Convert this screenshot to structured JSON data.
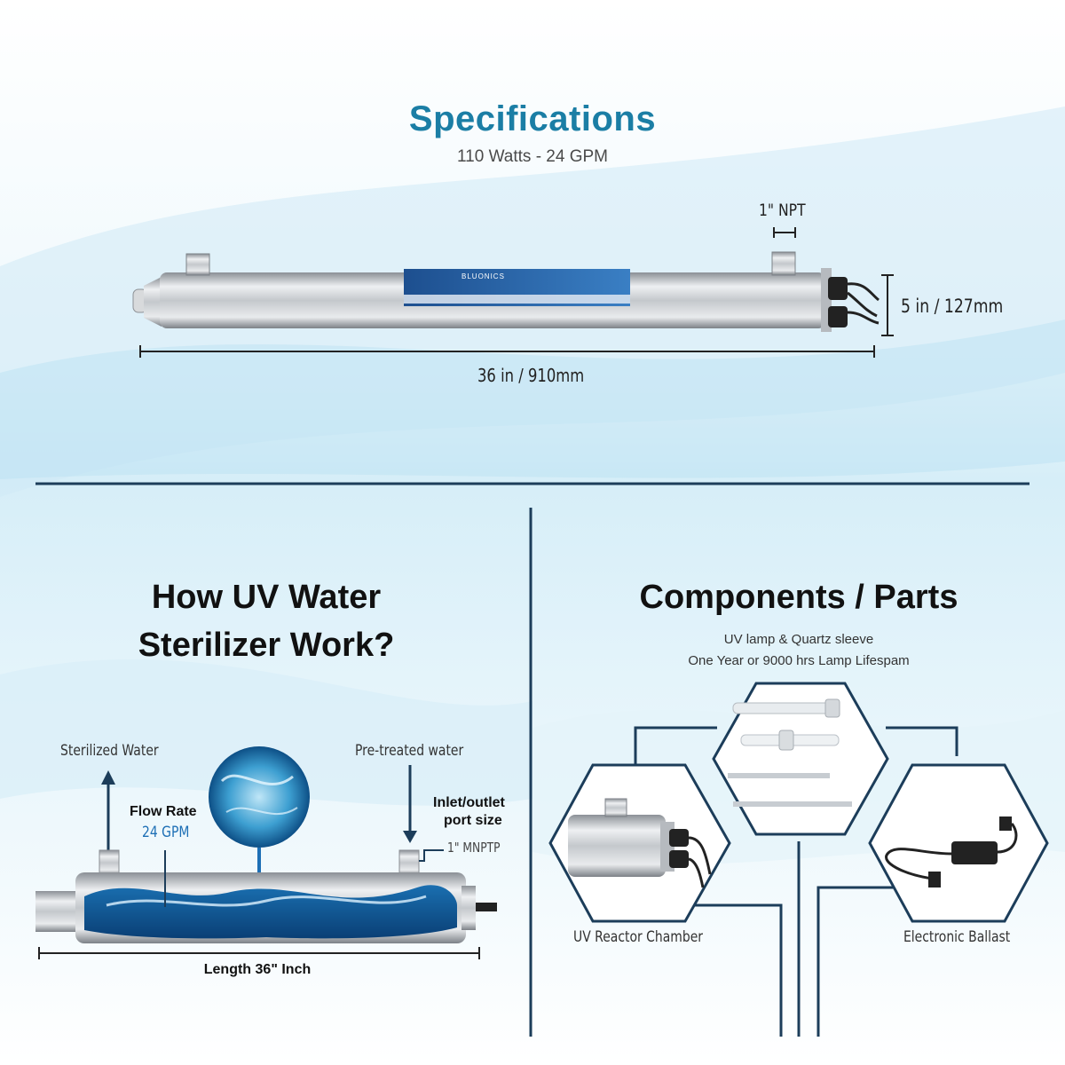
{
  "specs": {
    "title": "Specifications",
    "subtitle": "110 Watts - 24 GPM",
    "npt_label": "1\" NPT",
    "height_label": "5 in / 127mm",
    "length_label": "36 in / 910mm",
    "unit_label_brand": "BLUONICS"
  },
  "how_it_works": {
    "title_line1": "How UV Water",
    "title_line2": "Sterilizer Work?",
    "sterilized_label": "Sterilized Water",
    "pretreated_label": "Pre-treated water",
    "flow_rate_label": "Flow Rate",
    "flow_rate_value": "24 GPM",
    "port_label_line1": "Inlet/outlet",
    "port_label_line2": "port size",
    "port_value": "1\" MNPTP",
    "length_label": "Length 36\" Inch"
  },
  "components": {
    "title": "Components / Parts",
    "lamp_line1": "UV lamp & Quartz sleeve",
    "lamp_line2": "One Year or 9000 hrs Lamp Lifespam",
    "reactor_label": "UV Reactor Chamber",
    "ballast_label": "Electronic Ballast"
  },
  "colors": {
    "accent": "#1b7ea5",
    "divider": "#1c3d5a",
    "label_blue": "#1d6fb5"
  }
}
